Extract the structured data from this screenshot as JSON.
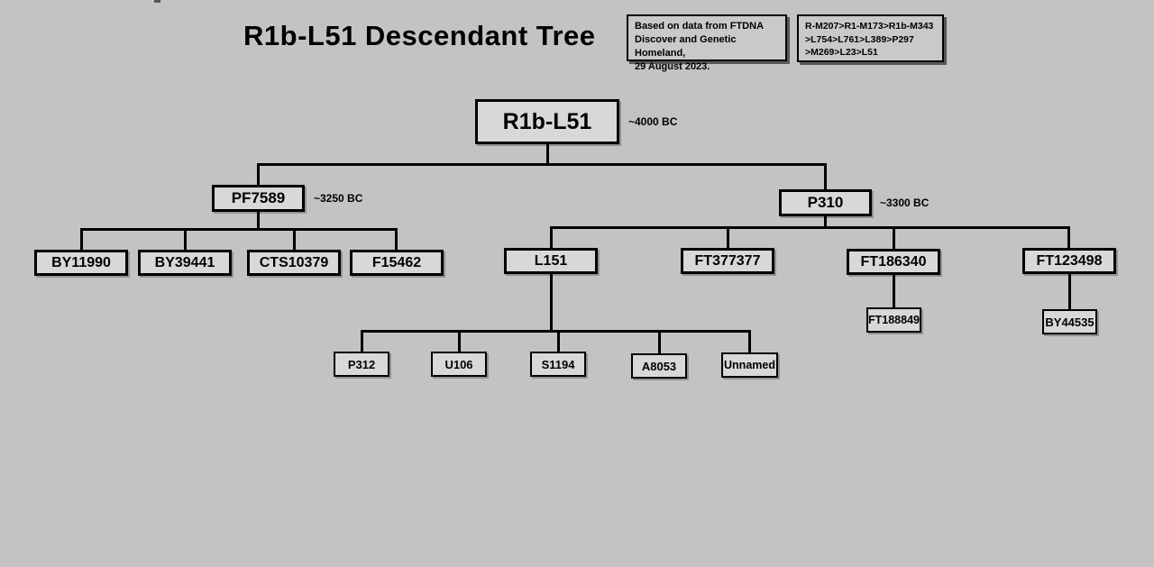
{
  "title": "R1b-L51 Descendant Tree",
  "info_boxes": {
    "source_note": {
      "line1": "Based on data from FTDNA",
      "line2": "Discover and Genetic Homeland,",
      "line3": "29 August 2023."
    },
    "lineage_path": {
      "line1": "R-M207>R1-M173>R1b-M343",
      "line2": ">L754>L761>L389>P297",
      "line3": ">M269>L23>L51"
    }
  },
  "tree": {
    "root": {
      "label": "R1b-L51",
      "annotation": "~4000 BC"
    },
    "pf7589": {
      "label": "PF7589",
      "annotation": "~3250 BC"
    },
    "p310": {
      "label": "P310",
      "annotation": "~3300 BC"
    },
    "by11990": {
      "label": "BY11990"
    },
    "by39441": {
      "label": "BY39441"
    },
    "cts10379": {
      "label": "CTS10379"
    },
    "f15462": {
      "label": "F15462"
    },
    "l151": {
      "label": "L151"
    },
    "ft377377": {
      "label": "FT377377"
    },
    "ft186340": {
      "label": "FT186340"
    },
    "ft123498": {
      "label": "FT123498"
    },
    "ft188849": {
      "label": "FT188849"
    },
    "by44535": {
      "label": "BY44535"
    },
    "p312": {
      "label": "P312"
    },
    "u106": {
      "label": "U106"
    },
    "s1194": {
      "label": "S1194"
    },
    "a8053": {
      "label": "A8053"
    },
    "unnamed": {
      "label": "Unnamed"
    }
  },
  "colors": {
    "background": "#c3c3c3",
    "box_fill": "#d8d8d8",
    "border": "#000000",
    "text": "#000000"
  }
}
